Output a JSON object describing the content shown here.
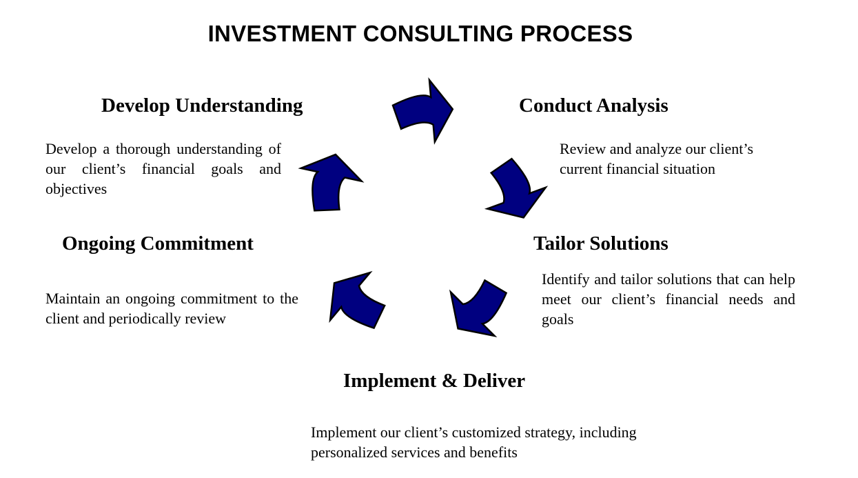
{
  "title": "INVESTMENT CONSULTING PROCESS",
  "arrow_color": "#000080",
  "steps": [
    {
      "heading": "Develop Understanding",
      "description": "Develop a thorough understanding of our client’s financial goals and objectives"
    },
    {
      "heading": "Conduct Analysis",
      "description": "Review and analyze our client’s current financial situation"
    },
    {
      "heading": "Tailor Solutions",
      "description": "Identify and tailor solutions that can help meet our client’s financial needs and goals"
    },
    {
      "heading": "Implement & Deliver",
      "description": "Implement our client’s customized strategy, including personalized services and benefits"
    },
    {
      "heading": "Ongoing Commitment",
      "description": "Maintain an ongoing commitment to the client and periodically review"
    }
  ]
}
